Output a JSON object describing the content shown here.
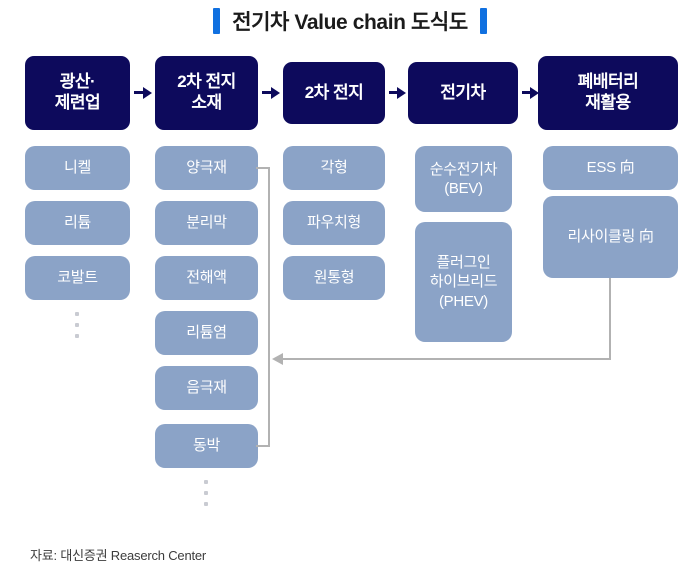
{
  "title": {
    "text": "전기차 Value chain 도식도",
    "accent_color": "#1070e0"
  },
  "colors": {
    "header_box": "#0d0a5c",
    "item_box": "#8ba3c7",
    "connector": "#b2b2b2",
    "ellipsis_dot": "#c9cbd2",
    "header_text": "#ffffff",
    "item_text": "#ffffff",
    "title_text": "#1b1b1b",
    "source_text": "#3c3c3c"
  },
  "columns": [
    {
      "header": "광산·\n제련업",
      "items": [
        "니켈",
        "리튬",
        "코발트"
      ],
      "has_ellipsis": true
    },
    {
      "header": "2차 전지\n소재",
      "items": [
        "양극재",
        "분리막",
        "전해액",
        "리튬염",
        "음극재",
        "동박"
      ],
      "has_ellipsis": true
    },
    {
      "header": "2차 전지",
      "items": [
        "각형",
        "파우치형",
        "원통형"
      ],
      "has_ellipsis": false
    },
    {
      "header": "전기차",
      "items": [
        "순수전기차\n(BEV)",
        "플러그인\n하이브리드\n(PHEV)"
      ],
      "has_ellipsis": false
    },
    {
      "header": "폐배터리\n재활용",
      "items": [
        "ESS 向",
        "리사이클링 向"
      ],
      "has_ellipsis": false
    }
  ],
  "flow_arrows": [
    {
      "from": "광산·제련업",
      "to": "2차 전지 소재"
    },
    {
      "from": "2차 전지 소재",
      "to": "2차 전지"
    },
    {
      "from": "2차 전지",
      "to": "전기차"
    },
    {
      "from": "전기차",
      "to": "폐배터리 재활용"
    }
  ],
  "feedback_arrow": {
    "from": "리사이클링 向",
    "to": "2차 전지 소재 그룹",
    "direction": "left"
  },
  "source": "자료: 대신증권 Reaserch Center"
}
